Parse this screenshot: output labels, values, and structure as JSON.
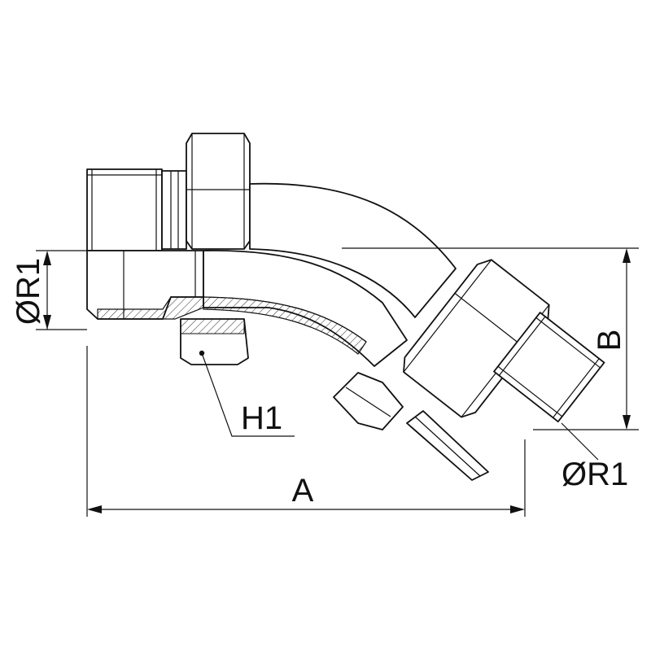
{
  "labels": {
    "diameter_left": "ØR1",
    "diameter_right": "ØR1",
    "port": "H1",
    "length_a": "A",
    "height_b": "B"
  },
  "colors": {
    "line": "#111111",
    "background": "#ffffff"
  }
}
